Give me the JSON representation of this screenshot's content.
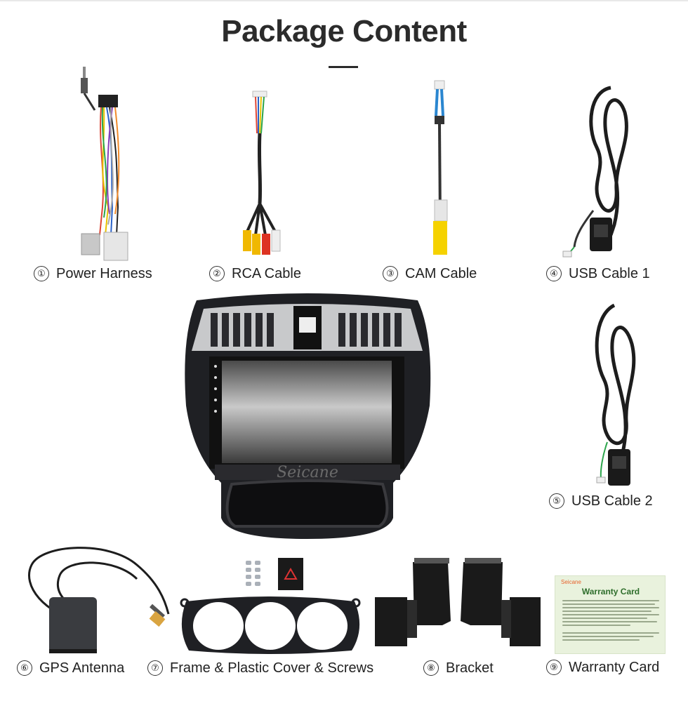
{
  "header": {
    "title": "Package Content"
  },
  "items": [
    {
      "num": "①",
      "label": "Power Harness"
    },
    {
      "num": "②",
      "label": "RCA Cable"
    },
    {
      "num": "③",
      "label": "CAM Cable"
    },
    {
      "num": "④",
      "label": "USB Cable 1"
    },
    {
      "num": "⑤",
      "label": "USB Cable 2"
    },
    {
      "num": "⑥",
      "label": "GPS Antenna"
    },
    {
      "num": "⑦",
      "label": "Frame & Plastic Cover & Screws"
    },
    {
      "num": "⑧",
      "label": "Bracket"
    },
    {
      "num": "⑨",
      "label": "Warranty Card"
    }
  ],
  "head_unit": {
    "watermark": "Seicane"
  },
  "warranty_card": {
    "brand": "Seicane",
    "title": "Warranty Card"
  },
  "colors": {
    "accent_orange": "#e8612c",
    "card_green": "#2f6e2c",
    "card_bg": "#e9f2dd",
    "title": "#2b2b2b"
  }
}
